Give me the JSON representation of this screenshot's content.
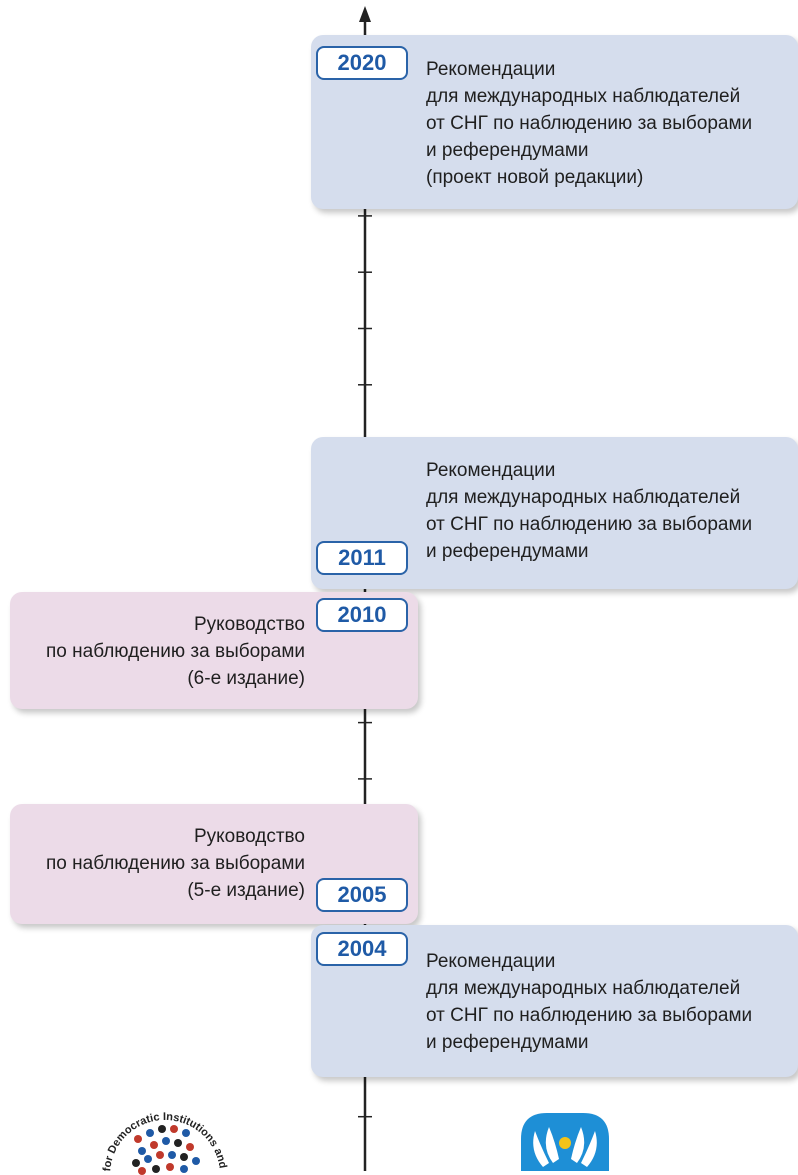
{
  "colors": {
    "blue_card": "#d5dded",
    "pink_card": "#ecdbe8",
    "badge_border": "#2a63a8",
    "badge_text": "#1f5aa6",
    "axis": "#222222"
  },
  "events": [
    {
      "year": "2020",
      "group": "cis",
      "lines": [
        "Рекомендации",
        "для международных наблюдателей",
        "от СНГ по наблюдению за выборами",
        "и референдумами",
        "(проект новой редакции)"
      ]
    },
    {
      "year": "2011",
      "group": "cis",
      "lines": [
        "Рекомендации",
        "для международных наблюдателей",
        "от СНГ по наблюдению за выборами",
        "и референдумами"
      ]
    },
    {
      "year": "2010",
      "group": "odihr",
      "lines": [
        "Руководство",
        "по наблюдению за выборами",
        "(6-е издание)"
      ]
    },
    {
      "year": "2005",
      "group": "odihr",
      "lines": [
        "Руководство",
        "по наблюдению за выборами",
        "(5-е издание)"
      ]
    },
    {
      "year": "2004",
      "group": "cis",
      "lines": [
        "Рекомендации",
        "для международных наблюдателей",
        "от СНГ по наблюдению за выборами",
        "и референдумами"
      ]
    }
  ],
  "logos": {
    "odihr": {
      "icon": "odihr-logo-icon",
      "text": "for Democratic Institutions and Human"
    },
    "cis": {
      "icon": "cis-logo-icon"
    }
  }
}
